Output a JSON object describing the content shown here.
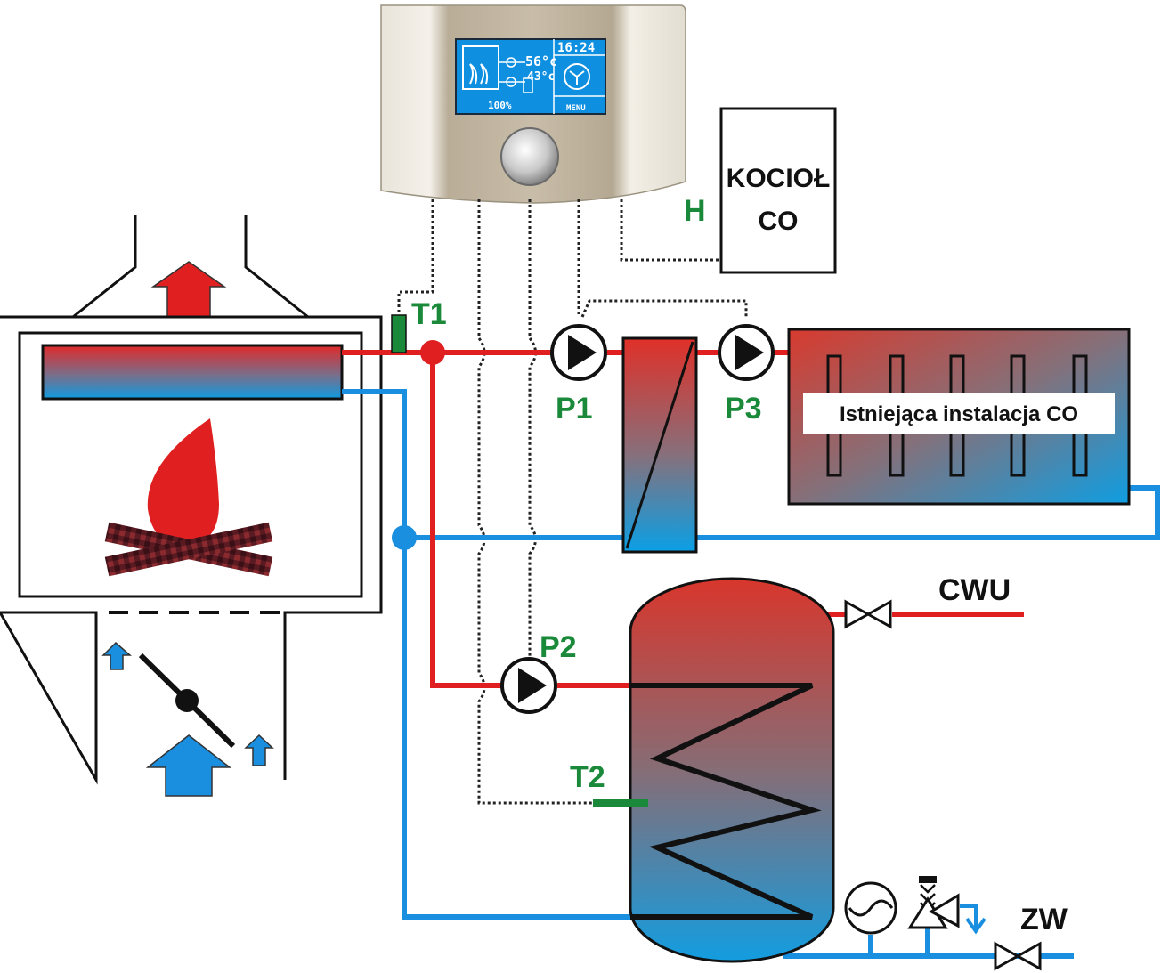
{
  "controller": {
    "screen_time": "16:24",
    "screen_temp_1": "56°c",
    "screen_temp_2": "43°c",
    "screen_fan_percent": "100%",
    "screen_menu": "MENU"
  },
  "labels": {
    "t1": "T1",
    "t2": "T2",
    "p1": "P1",
    "p2": "P2",
    "p3": "P3",
    "h": "H",
    "boiler_line1": "KOCIOŁ",
    "boiler_line2": "CO",
    "installation": "Istniejąca instalacja CO",
    "cwu": "CWU",
    "zw": "ZW"
  },
  "colors": {
    "hot": "#e02020",
    "cold": "#1a8fe0",
    "sensor": "#1a8a3a"
  }
}
